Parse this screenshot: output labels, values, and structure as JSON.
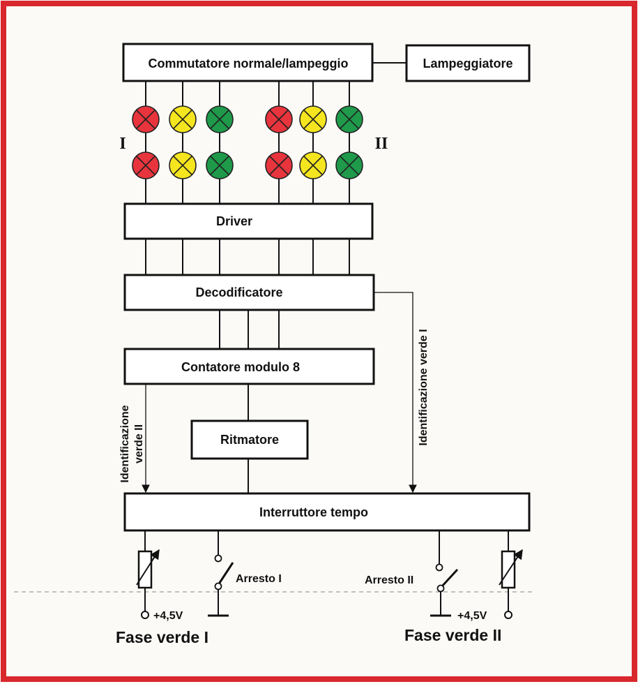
{
  "colors": {
    "frame": "#d9272e",
    "red": "#e8343d",
    "yellow": "#f4e51f",
    "green": "#1e9a4a",
    "line": "#111111"
  },
  "blocks": {
    "switcher": "Commutatore normale/lampeggio",
    "flasher": "Lampeggiatore",
    "driver": "Driver",
    "decoder": "Decodificatore",
    "counter": "Contatore modulo 8",
    "timer": "Ritmatore",
    "time_switch": "Interruttore tempo"
  },
  "signal_groups": {
    "group_1": "I",
    "group_2": "II",
    "lamp_colors": [
      "red",
      "yellow",
      "green"
    ]
  },
  "signals": {
    "green_1_id": "Identificazione verde I",
    "green_2_id_line1": "Identificazione",
    "green_2_id_line2": "verde II"
  },
  "controls": {
    "stop_1": "Arresto I",
    "stop_2": "Arresto II",
    "supply_1": "+4,5V",
    "supply_2": "+4,5V",
    "phase_1": "Fase verde I",
    "phase_2": "Fase verde II"
  }
}
